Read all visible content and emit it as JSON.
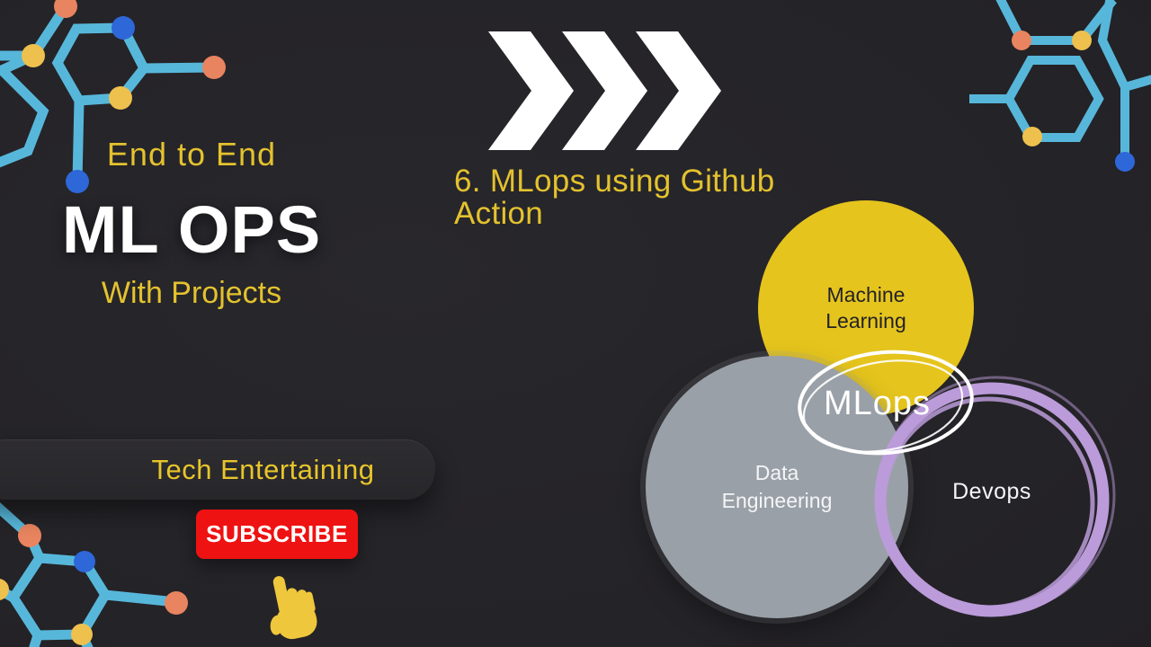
{
  "thumbnail": {
    "series_kicker": "End to End",
    "series_title": "ML OPS",
    "series_subtitle": "With Projects",
    "episode_title": "6. MLops using Github Action",
    "channel_name": "Tech Entertaining",
    "subscribe_label": "SUBSCRIBE"
  },
  "venn": {
    "machine_learning_label": "Machine Learning",
    "data_engineering_label": "Data Engineering",
    "devops_label": "Devops",
    "intersection_label": "MLops"
  },
  "icons": {
    "chevrons": "triple-chevron-right-icon",
    "pointer": "hand-pointer-icon",
    "decorations": "molecule-hexagon-decoration"
  },
  "colors": {
    "background": "#242327",
    "accent_yellow": "#e4c22e",
    "title_white": "#ffffff",
    "subscribe_red": "#ee1212",
    "ml_circle_yellow": "#e5c41d",
    "data_circle_gray": "#9aa0a8",
    "devops_ring_purple": "#bb9bd9",
    "molecule_line_cyan": "#57b7da",
    "node_orange": "#e8845f",
    "node_yellow": "#eec04d",
    "node_blue": "#2e67d8"
  }
}
